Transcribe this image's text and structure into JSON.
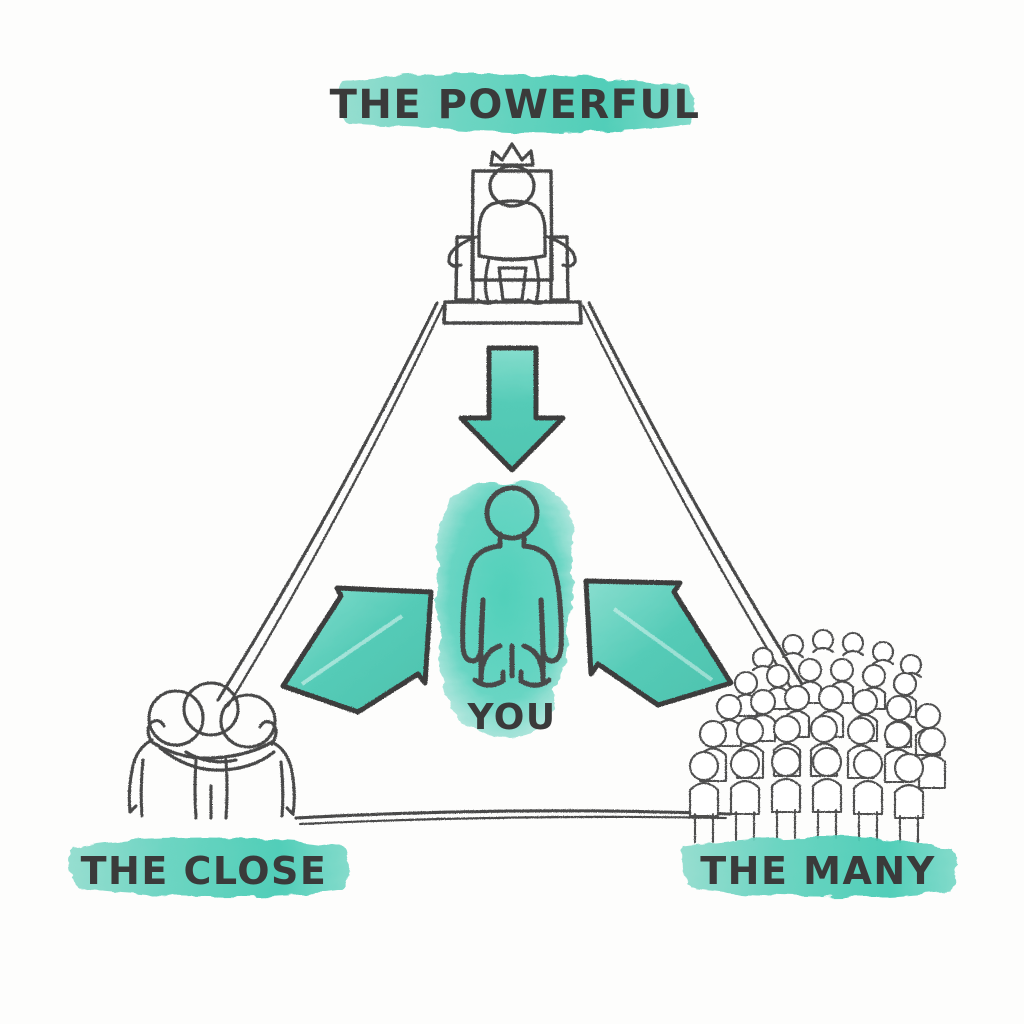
{
  "diagram": {
    "title": "Three spheres of influence triangle",
    "center_label": "YOU",
    "nodes": [
      {
        "id": "powerful",
        "label": "THE POWERFUL",
        "icon": "king-on-throne-icon",
        "position": "top"
      },
      {
        "id": "close",
        "label": "THE CLOSE",
        "icon": "group-hug-icon",
        "position": "bottom-left"
      },
      {
        "id": "many",
        "label": "THE MANY",
        "icon": "crowd-icon",
        "position": "bottom-right"
      }
    ],
    "arrows": [
      {
        "id": "arrow-powerful-to-you",
        "from": "powerful",
        "to": "you",
        "direction": "down",
        "icon": "down-arrow-icon"
      },
      {
        "id": "arrow-close-to-you",
        "from": "close",
        "to": "you",
        "direction": "up-right",
        "icon": "up-right-arrow-icon"
      },
      {
        "id": "arrow-many-to-you",
        "from": "many",
        "to": "you",
        "direction": "up-left",
        "icon": "up-left-arrow-icon"
      }
    ],
    "center": {
      "id": "you",
      "icon": "person-figure-icon"
    }
  },
  "colors": {
    "highlight_light": "#8ad8c9",
    "highlight_mid": "#4ecfb8",
    "arrow_fill": "#4dc9b4",
    "arrow_fill_light": "#7adac9",
    "ink": "#3a3a3a",
    "sketch_line": "#4a4a4a",
    "background": "#fdfdfc"
  }
}
